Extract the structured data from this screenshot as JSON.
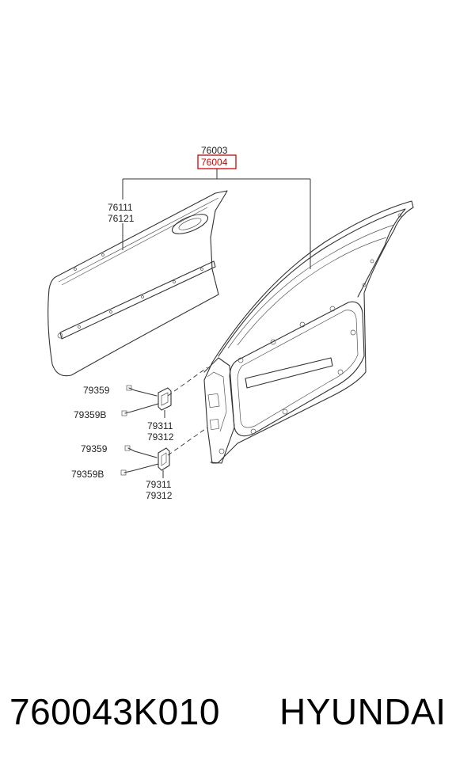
{
  "labels": {
    "assembly_top": "76003",
    "assembly_highlight": "76004",
    "panel_a": "76111",
    "panel_b": "76121",
    "bolt_upper": "79359",
    "bolt_upper_b": "79359B",
    "hinge_upper_a": "79311",
    "hinge_upper_b": "79312",
    "bolt_lower": "79359",
    "bolt_lower_b": "79359B",
    "hinge_lower_a": "79311",
    "hinge_lower_b": "79312"
  },
  "footer": {
    "part_number": "760043K010",
    "brand": "HYUNDAI"
  },
  "colors": {
    "highlight": "#d40000",
    "line": "#333333"
  }
}
